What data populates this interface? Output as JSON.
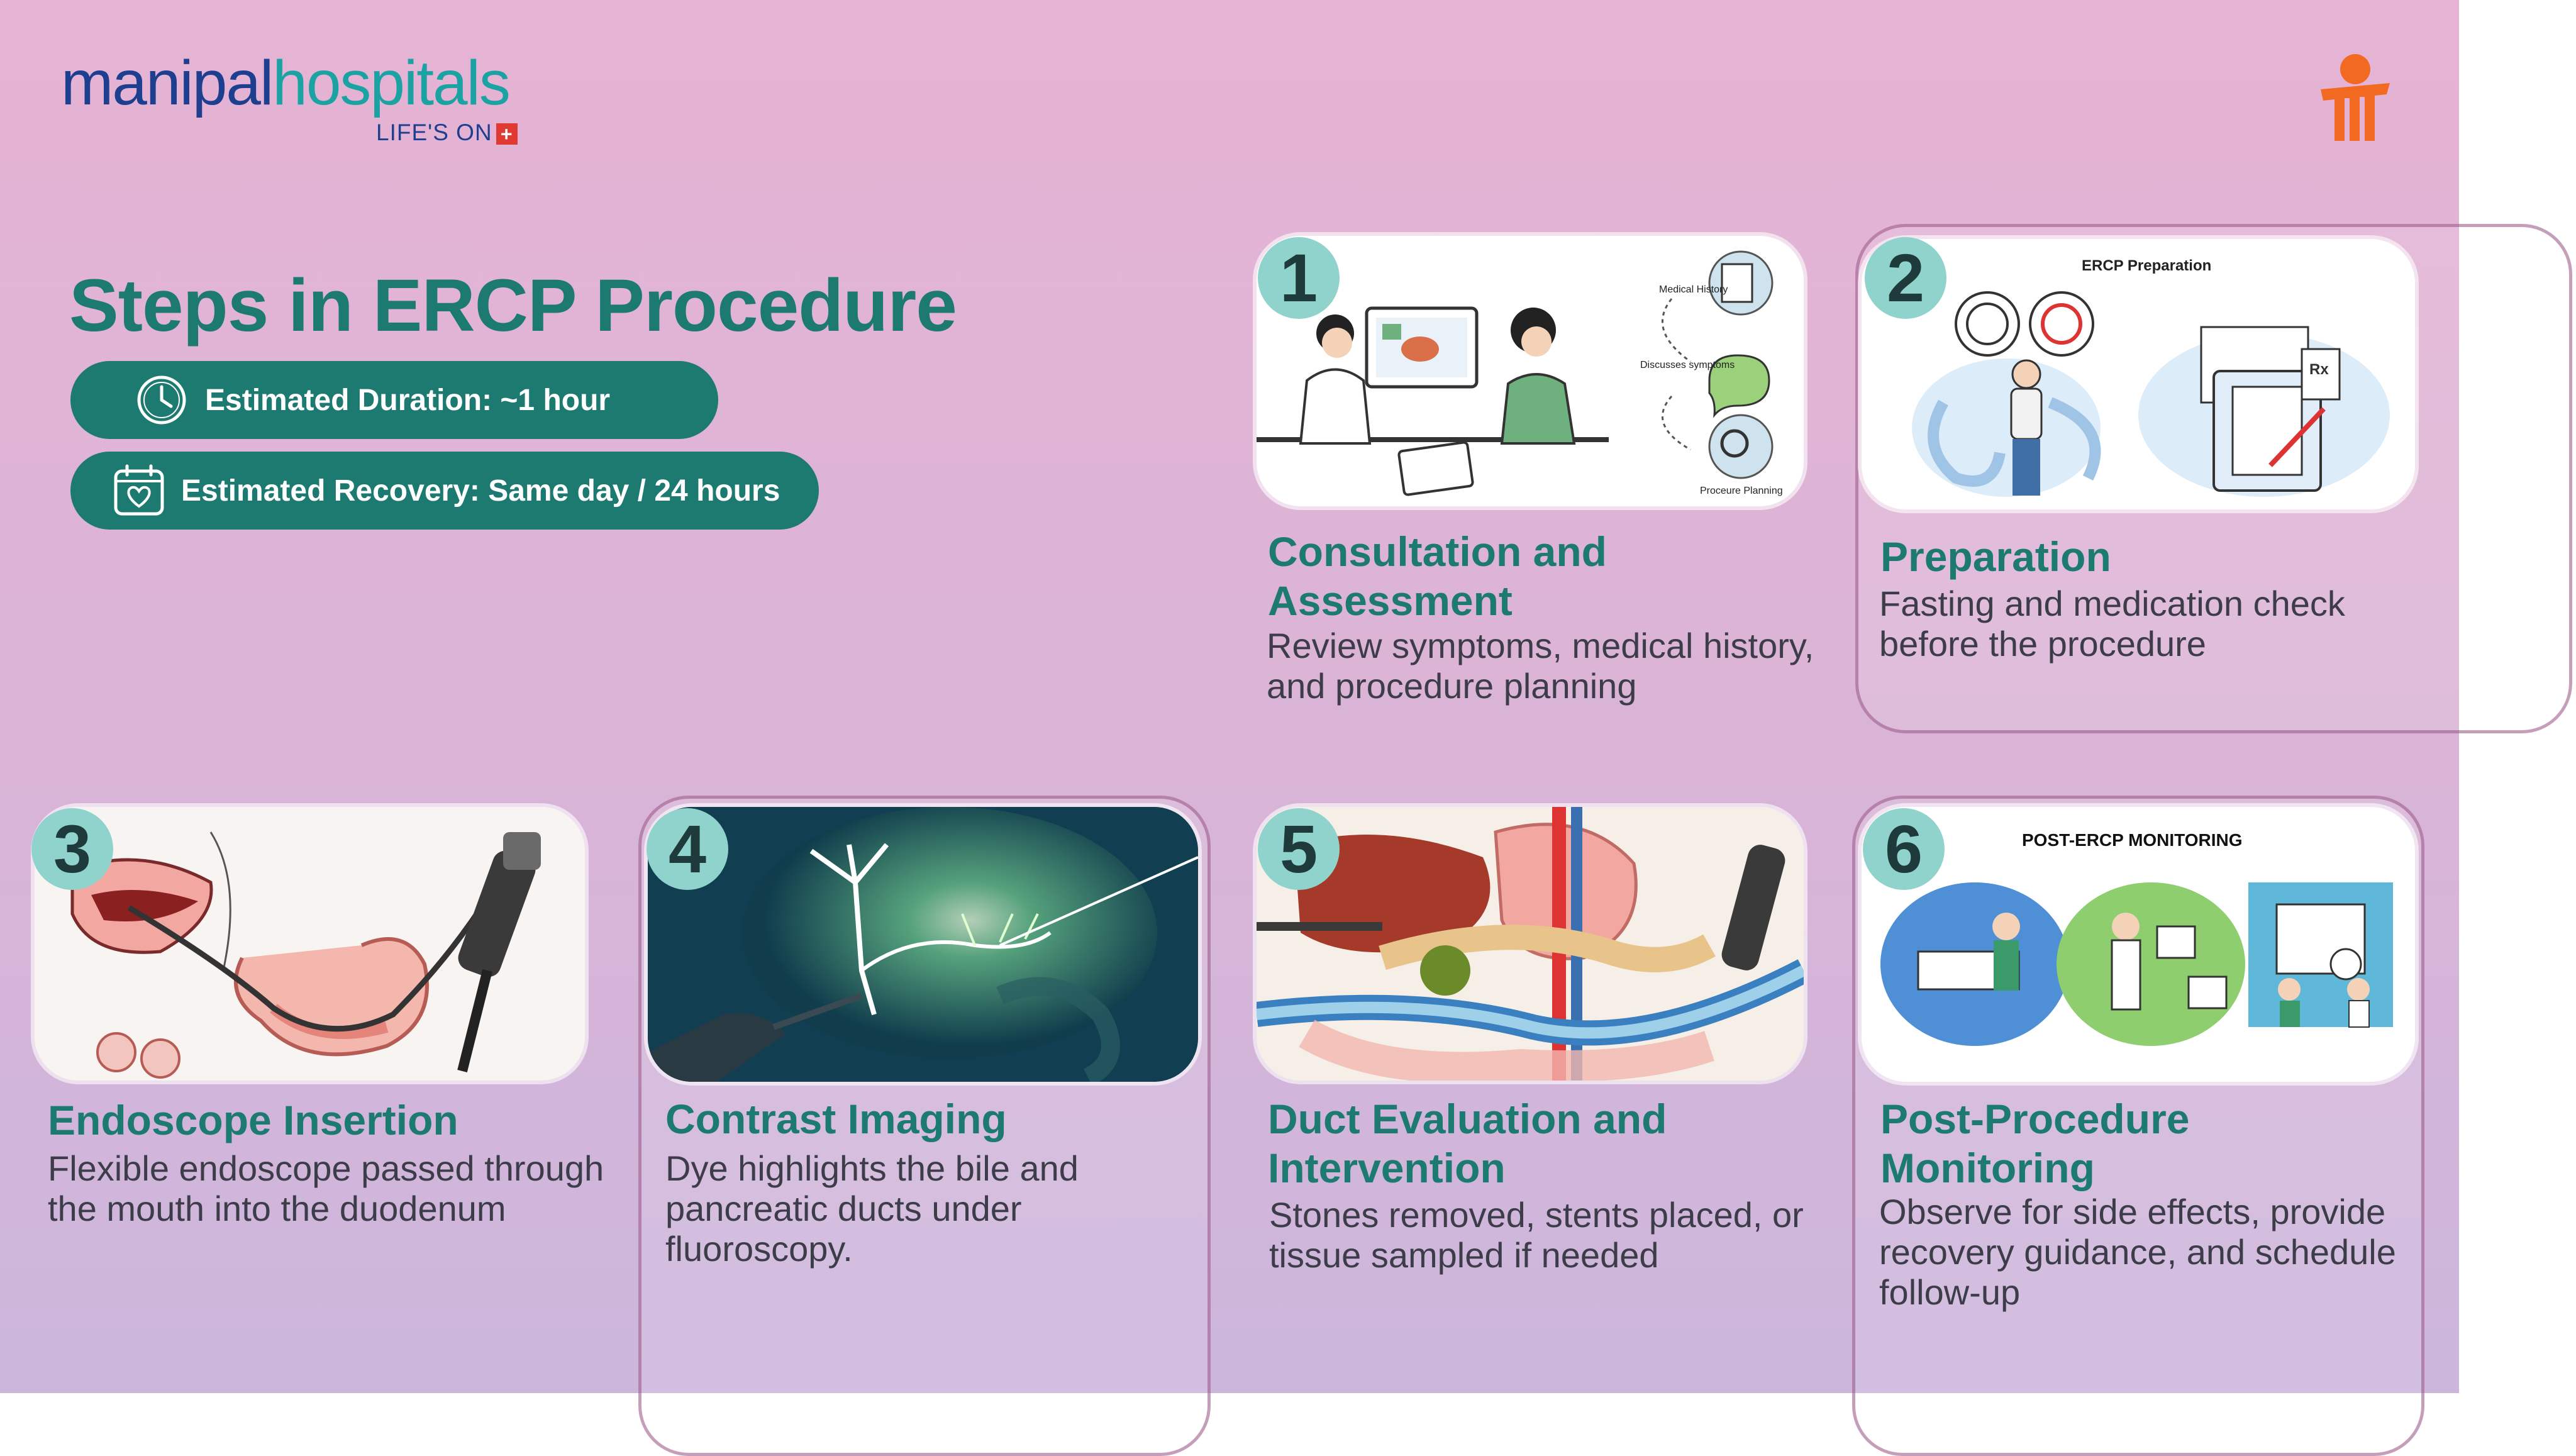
{
  "brand": {
    "logo_part1": "manipal",
    "logo_part2": "hospitals",
    "tagline": "LIFE'S ON",
    "colors": {
      "navy": "#1e3f8f",
      "teal": "#1ba3a3",
      "red": "#e03a32",
      "orange": "#f26a21"
    }
  },
  "page": {
    "title": "Steps in ERCP Procedure",
    "duration_label": "Estimated Duration:  ~1 hour",
    "recovery_label": "Estimated Recovery: Same day / 24 hours",
    "accent": "#1d7a70",
    "badge_color": "#8fd3cc"
  },
  "steps": [
    {
      "num": "1",
      "title": "Consultation and Assessment",
      "desc": "Review symptoms, medical history, and procedure planning",
      "image_labels": [
        "Medical History",
        "Discusses symptoms",
        "Proceure Planning"
      ]
    },
    {
      "num": "2",
      "title": "Preparation",
      "desc": "Fasting and medication check before the procedure",
      "image_labels": [
        "ERCP Preparation"
      ]
    },
    {
      "num": "3",
      "title": "Endoscope Insertion",
      "desc": "Flexible endoscope passed through the mouth into the duodenum"
    },
    {
      "num": "4",
      "title": "Contrast Imaging",
      "desc": "Dye highlights the bile and pancreatic ducts under fluoroscopy."
    },
    {
      "num": "5",
      "title": "Duct Evaluation and Intervention",
      "desc": "Stones removed, stents placed, or tissue sampled if needed"
    },
    {
      "num": "6",
      "title": "Post-Procedure Monitoring",
      "desc": "Observe for side effects, provide recovery guidance, and schedule follow-up",
      "image_labels": [
        "POST-ERCP MONITORING"
      ]
    }
  ]
}
